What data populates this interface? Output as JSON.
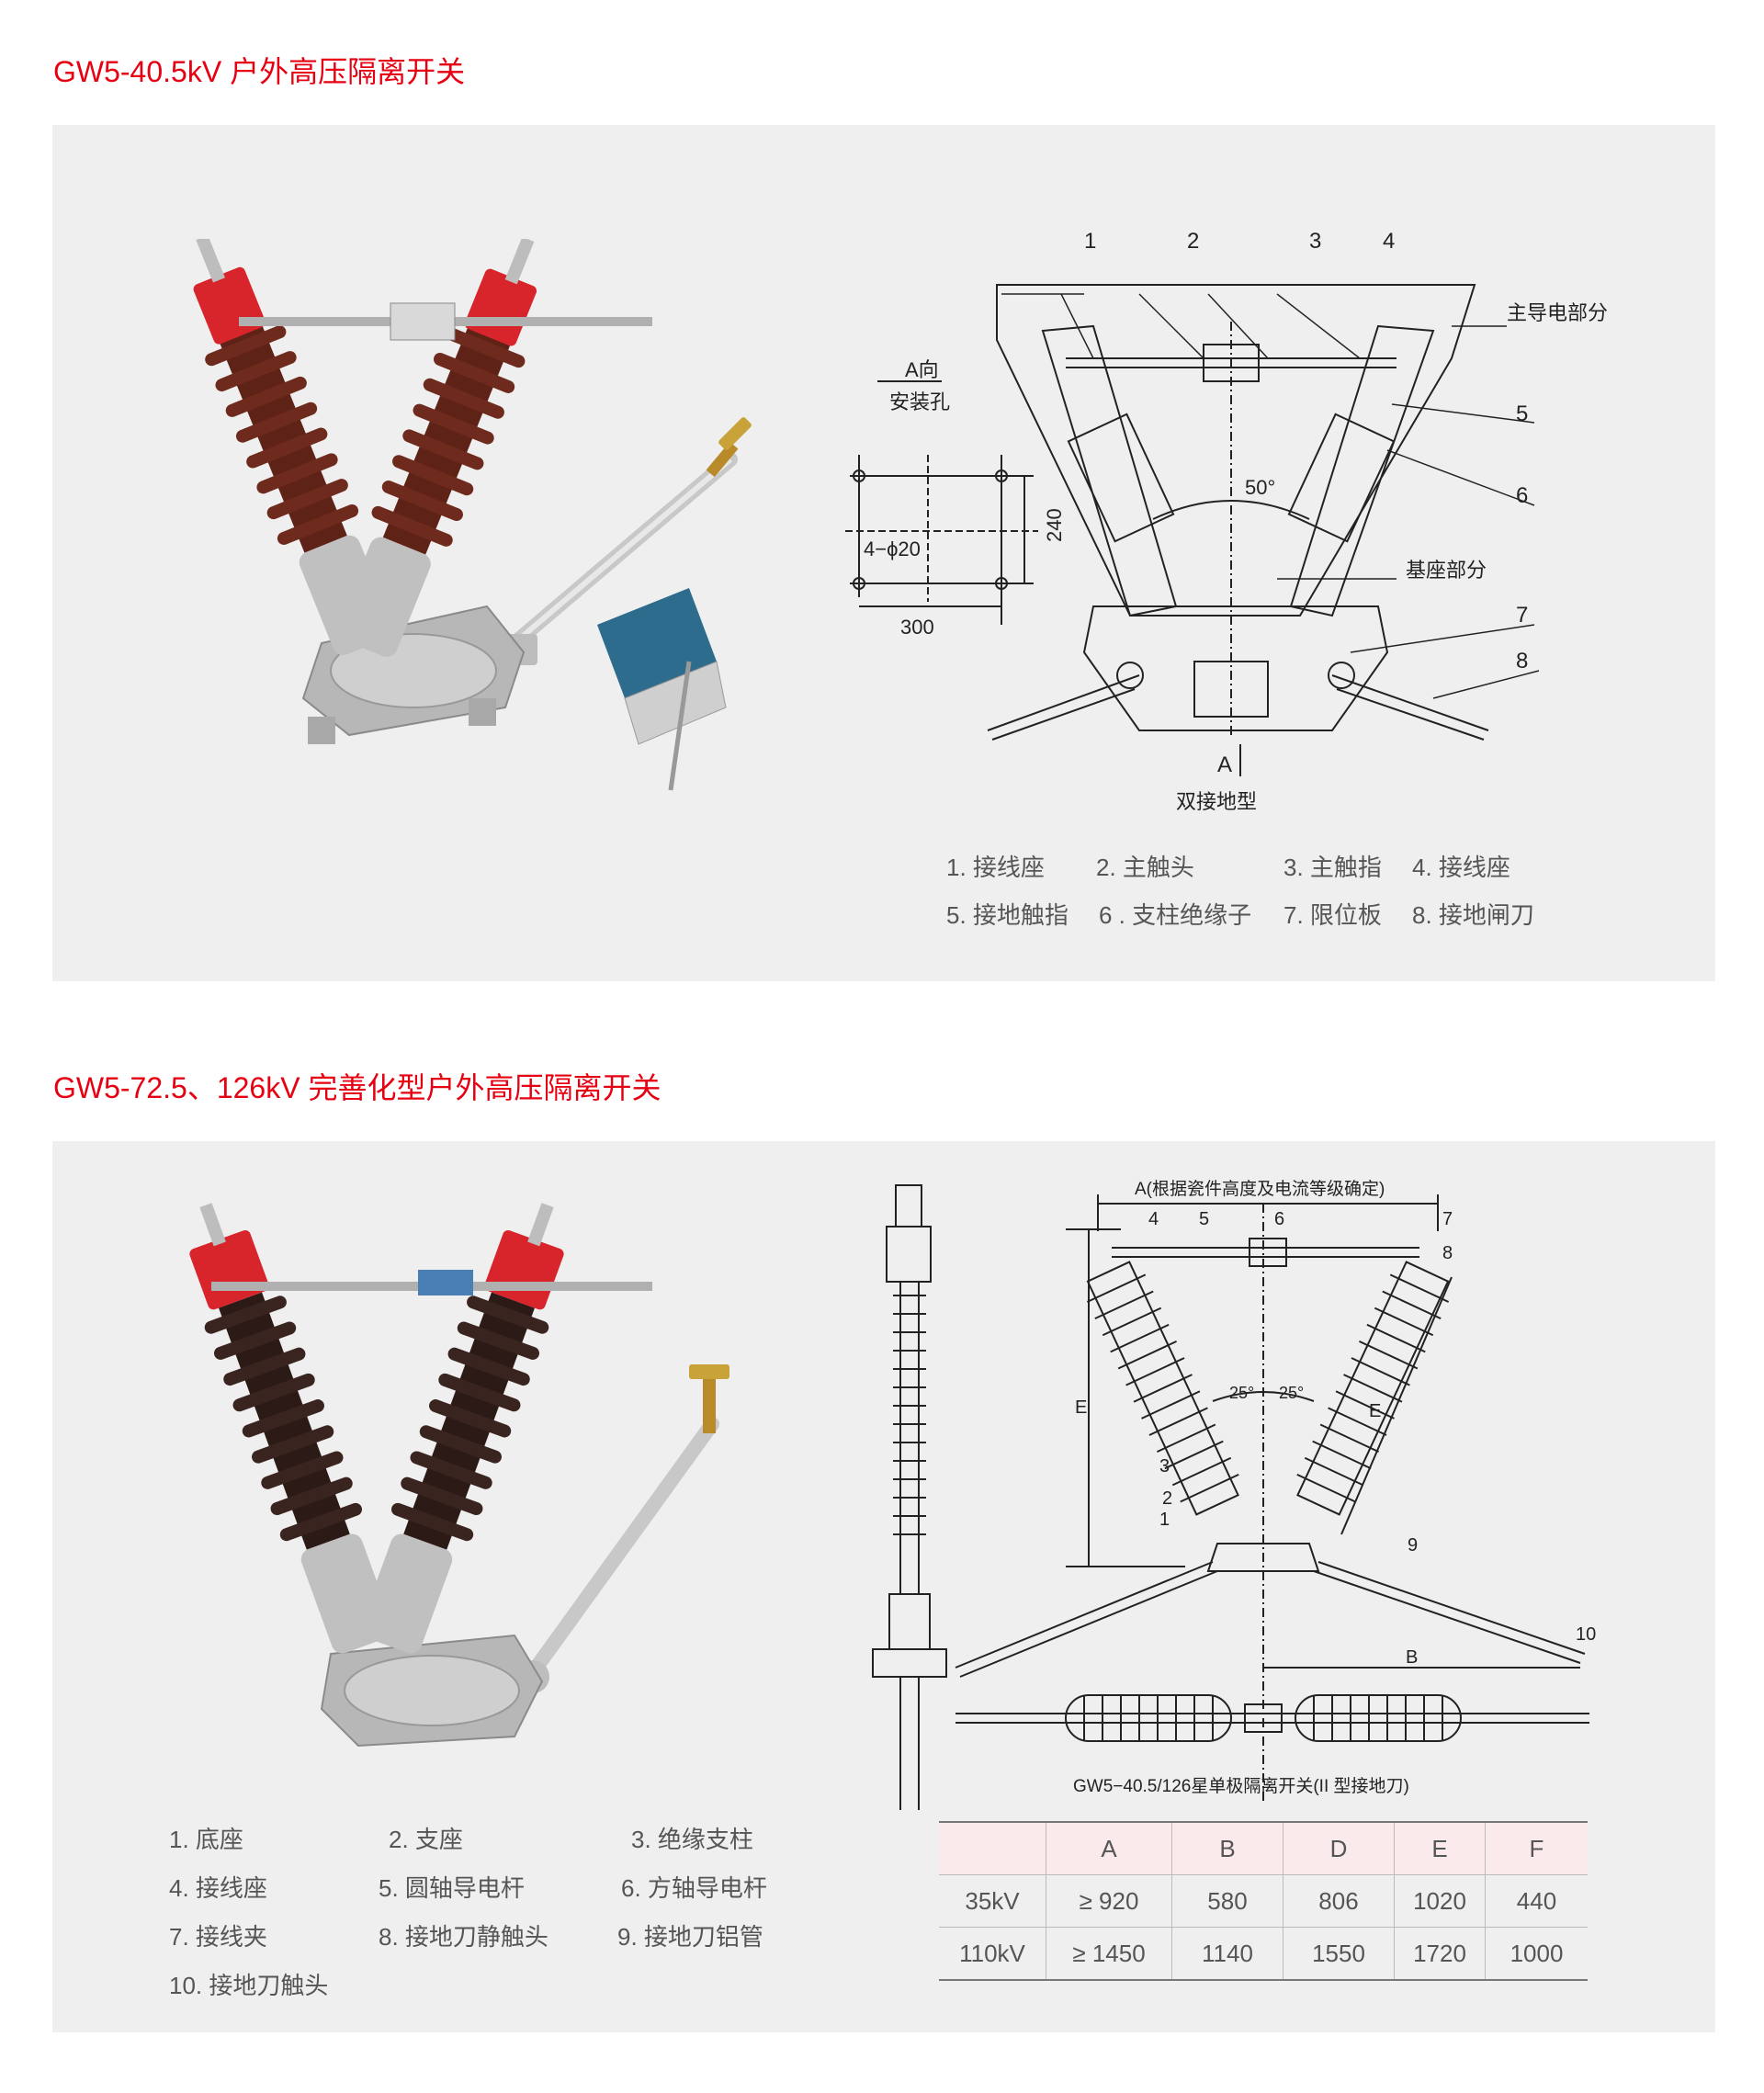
{
  "section1": {
    "title": "GW5-40.5kV 户外高压隔离开关",
    "diagram": {
      "callouts": [
        "1",
        "2",
        "3",
        "4",
        "5",
        "6",
        "7",
        "8"
      ],
      "main_conductive_label": "主导电部分",
      "base_label": "基座部分",
      "angle_label": "50°",
      "view_label": "A向",
      "hole_label": "安装孔",
      "hole_spec": "4−ϕ20",
      "dim_width": "300",
      "dim_height": "240",
      "arrow_label": "A",
      "caption": "双接地型"
    },
    "legend": [
      "1. 接线座",
      "2. 主触头",
      "3. 主触指",
      "4. 接线座",
      "5. 接地触指",
      "6 . 支柱绝缘子",
      "7. 限位板",
      "8. 接地闸刀"
    ]
  },
  "section2": {
    "title": "GW5-72.5、126kV 完善化型户外高压隔离开关",
    "diagram": {
      "dim_a_label": "A(根据瓷件高度及电流等级确定)",
      "callouts": [
        "1",
        "2",
        "3",
        "4",
        "5",
        "6",
        "7",
        "8",
        "9",
        "10"
      ],
      "dim_e": "E",
      "dim_b": "B",
      "angle_left": "25°",
      "angle_right": "25°",
      "caption": "GW5−40.5/126星单极隔离开关(II 型接地刀)"
    },
    "legend": [
      "1. 底座",
      "2. 支座",
      "3. 绝缘支柱",
      "4. 接线座",
      "5. 圆轴导电杆",
      "6. 方轴导电杆",
      "7. 接线夹",
      "8. 接地刀静触头",
      "9. 接地刀铝管",
      "10. 接地刀触头"
    ],
    "table": {
      "headers": [
        "",
        "A",
        "B",
        "D",
        "E",
        "F"
      ],
      "rows": [
        [
          "35kV",
          "≥ 920",
          "580",
          "806",
          "1020",
          "440"
        ],
        [
          "110kV",
          "≥ 1450",
          "1140",
          "1550",
          "1720",
          "1000"
        ]
      ]
    }
  },
  "colors": {
    "title_red": "#e60012",
    "panel_bg": "#efefef",
    "cap_red": "#d7252b",
    "insulator_brown": "#5e2217",
    "insulator_dark": "#2c1a17",
    "table_header_bg": "#fbeaec"
  }
}
